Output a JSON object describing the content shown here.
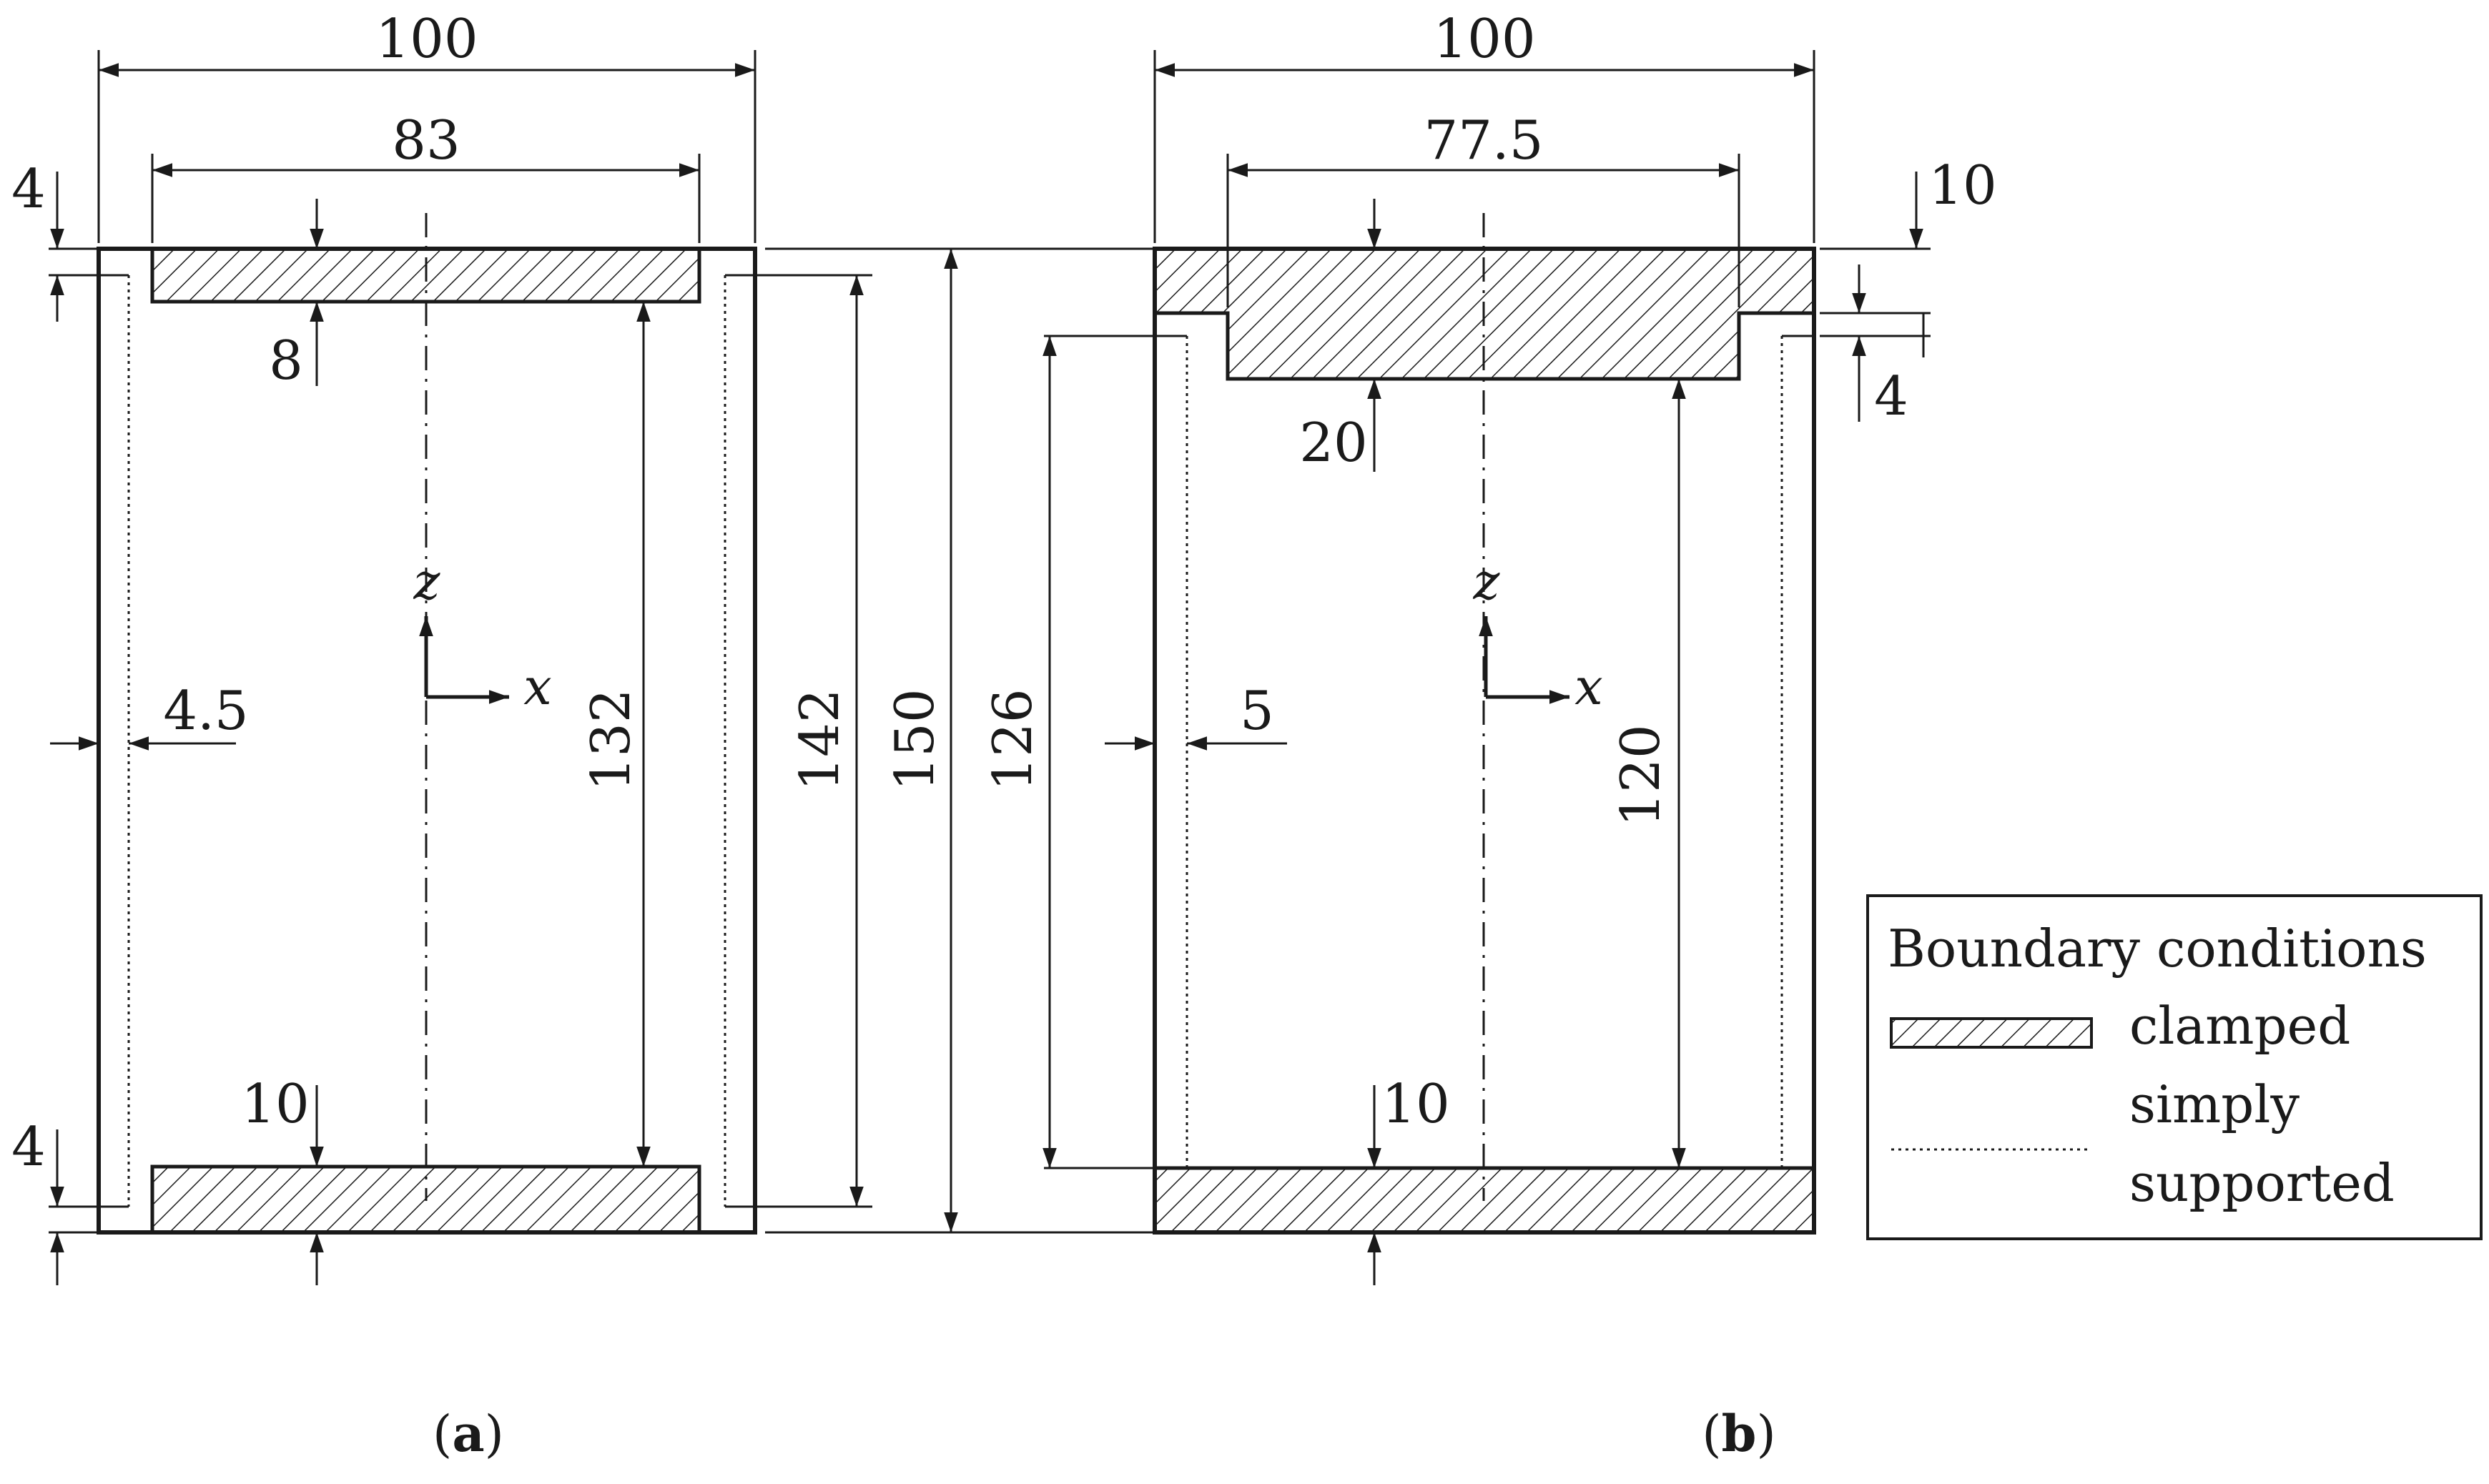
{
  "diagram_a": {
    "width_outer": "100",
    "width_clamped": "83",
    "top_gap": "4",
    "top_clamp_thickness": "8",
    "bottom_clamp_thickness": "10",
    "bottom_gap": "4",
    "side_offset": "4.5",
    "inner_height": "132",
    "support_height": "142",
    "total_height": "150",
    "axis_z": "z",
    "axis_x": "x",
    "caption_open": "(",
    "caption_letter": "a",
    "caption_close": ")"
  },
  "diagram_b": {
    "width_outer": "100",
    "width_clamped": "77.5",
    "top_clamp_thickness": "10",
    "step_height": "4",
    "inner_clamp_depth": "20",
    "bottom_clamp_thickness": "10",
    "side_offset": "5",
    "support_height": "126",
    "inner_height": "120",
    "axis_z": "z",
    "axis_x": "x",
    "caption_open": "(",
    "caption_letter": "b",
    "caption_close": ")"
  },
  "legend": {
    "title": "Boundary conditions",
    "clamped_label": "clamped",
    "simply_label_line1": "simply",
    "simply_label_line2": "supported"
  },
  "colors": {
    "line": "#1a1a1a",
    "hatch": "#1a1a1a",
    "background": "#ffffff"
  }
}
